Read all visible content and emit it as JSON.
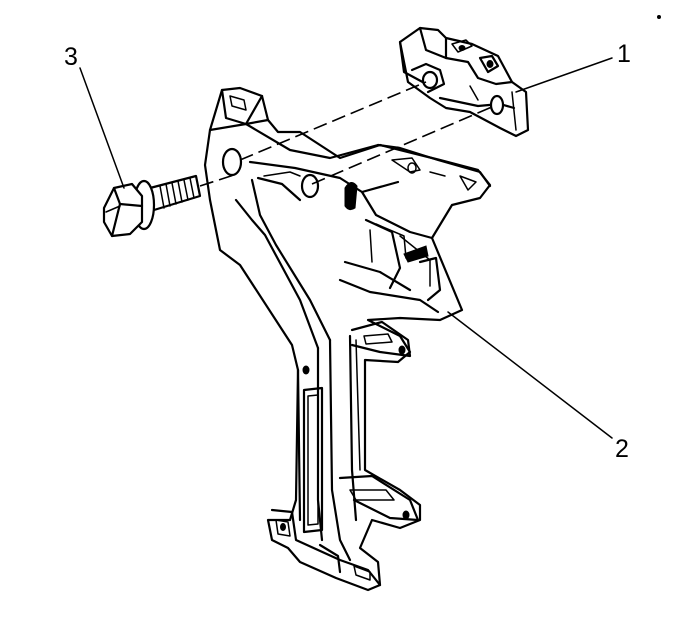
{
  "callouts": {
    "one": "1",
    "two": "2",
    "three": "3"
  },
  "colors": {
    "ink": "#000000",
    "background": "#ffffff"
  }
}
